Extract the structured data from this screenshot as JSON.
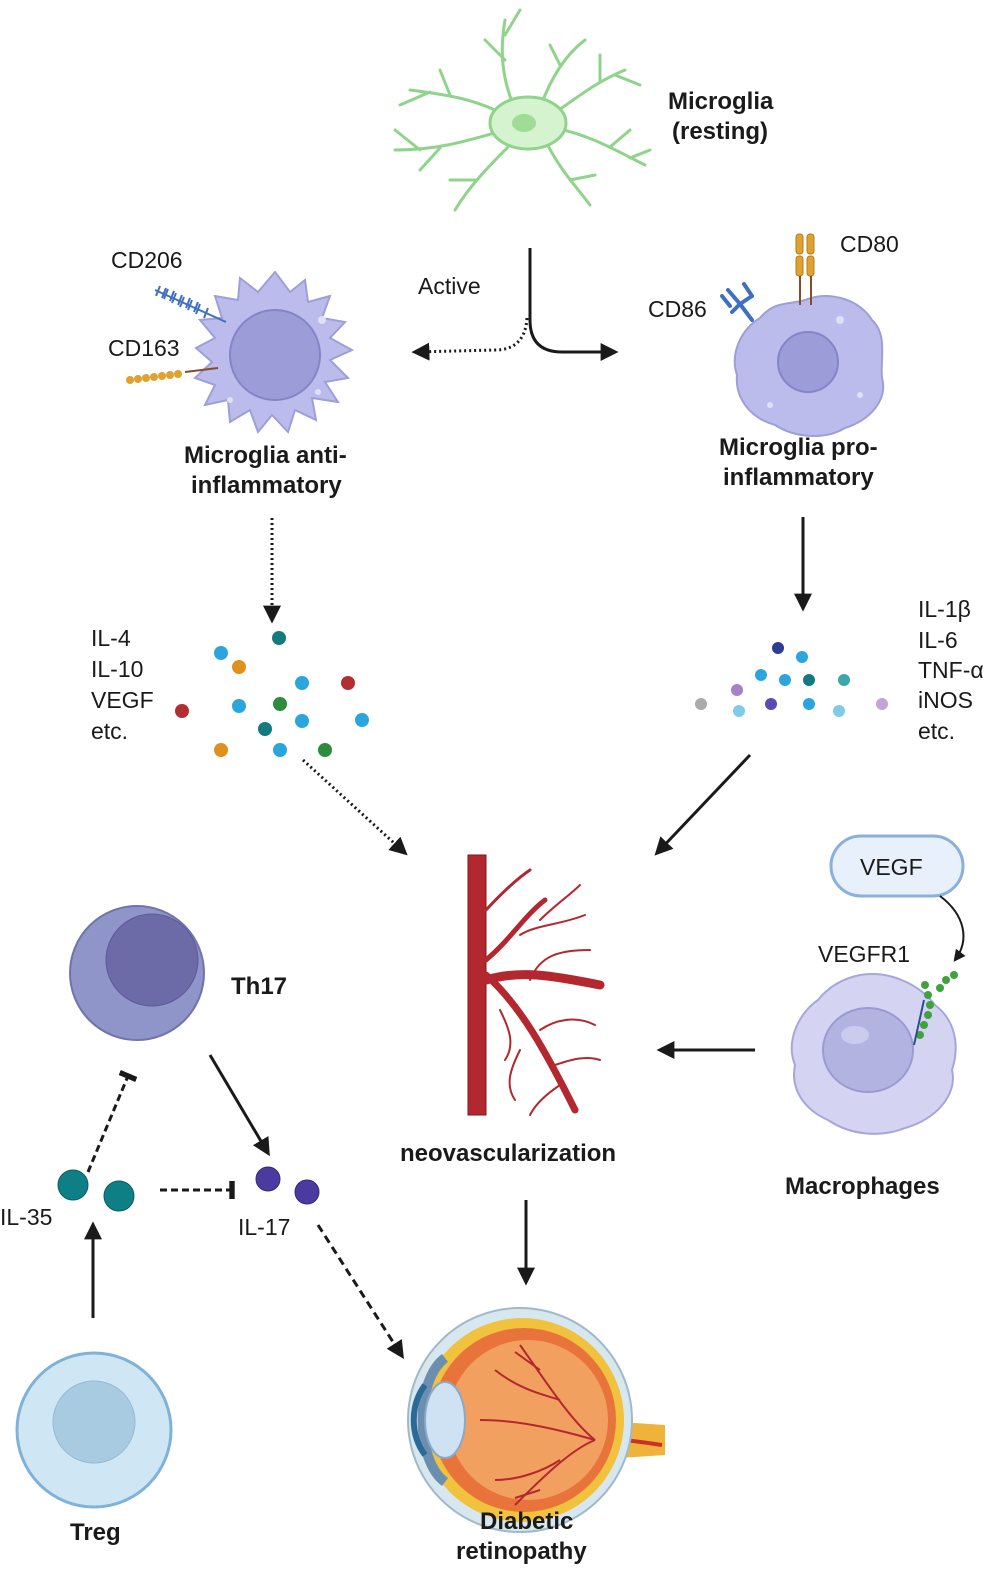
{
  "colors": {
    "microglia_resting": "#d6f3cf",
    "microglia_outline": "#8fd48a",
    "microglia_active": "#bcbcec",
    "microglia_active_outline": "#9e9ed8",
    "nucleus": "#9c9cd8",
    "vessel": "#b3282e",
    "th17": "#8f95c9",
    "th17_nucleus": "#6d6aa8",
    "treg": "#cfe6f5",
    "il35": "#0f7f86",
    "il17": "#4b3aa0",
    "arrow": "#1a1a1a"
  },
  "labels": {
    "microglia_resting": [
      "Microglia",
      "(resting)"
    ],
    "active": "Active",
    "cd206": "CD206",
    "cd163": "CD163",
    "cd86": "CD86",
    "cd80": "CD80",
    "anti_inflammatory": [
      "Microglia anti-",
      "inflammatory"
    ],
    "pro_inflammatory": [
      "Microglia pro-",
      "inflammatory"
    ],
    "anti_cytokines": [
      "IL-4",
      "IL-10",
      "VEGF",
      "etc."
    ],
    "pro_cytokines": [
      "IL-1β",
      "IL-6",
      "TNF-α",
      "iNOS",
      "etc."
    ],
    "th17": "Th17",
    "il35": "IL-35",
    "il17": "IL-17",
    "treg": "Treg",
    "neovascularization": "neovascularization",
    "vegf": "VEGF",
    "vegfr1": "VEGFR1",
    "macrophages": "Macrophages",
    "diabetic_retinopathy": [
      "Diabetic",
      "retinopathy"
    ]
  },
  "icons": {
    "resting_microglia": "branched-cell-icon",
    "anti_microglia": "spiky-cell-icon",
    "pro_microglia": "round-cell-icon",
    "vessel": "blood-vessel-icon",
    "eye": "eye-icon",
    "macrophage": "macrophage-icon"
  }
}
